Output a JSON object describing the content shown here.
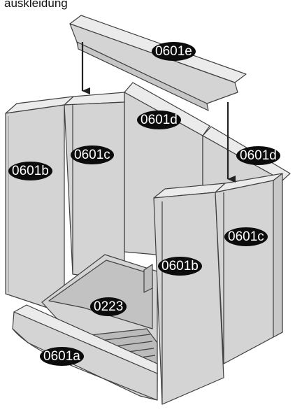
{
  "caption": "auskleidung",
  "parts": {
    "p0601e": "0601e",
    "p0601d_back": "0601d",
    "p0601d_right": "0601d",
    "p0601c_left": "0601c",
    "p0601c_right": "0601c",
    "p0601b_left": "0601b",
    "p0601b_front": "0601b",
    "p0223": "0223",
    "p0601a": "0601a"
  },
  "colors": {
    "panel_fill": "#d4d4d4",
    "panel_edge": "#ebebeb",
    "outline": "#404040",
    "label_bg": "#0c0c0c",
    "label_text": "#ffffff"
  }
}
